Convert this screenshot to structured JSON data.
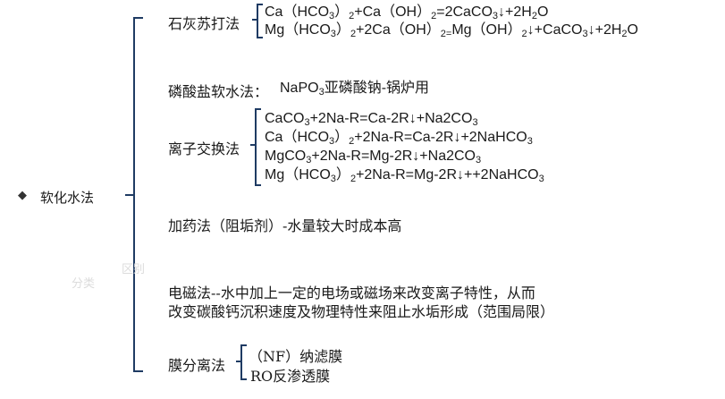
{
  "root": {
    "bullet": "◆",
    "label": "软化水法"
  },
  "watermark": {
    "a": "分类",
    "b": "区别"
  },
  "methods": [
    {
      "id": "lime_soda",
      "name": "石灰苏打法",
      "equations": [
        [
          "Ca（HCO",
          "3",
          "）",
          "2",
          "+Ca（OH）",
          "2",
          "=2CaCO",
          "3",
          "↓+2H",
          "2",
          "O"
        ],
        [
          "Mg（HCO",
          "3",
          "）",
          "2",
          "+2Ca（OH）",
          "2=",
          "Mg（OH）",
          "2",
          "↓+CaCO",
          "3",
          "↓+2H",
          "2",
          "O"
        ]
      ]
    },
    {
      "id": "phosphate",
      "name": "磷酸盐软水法：",
      "text_parts": [
        "NaPO",
        "3",
        "亚磷酸钠-锅炉用"
      ]
    },
    {
      "id": "ion_exchange",
      "name": "离子交换法",
      "equations": [
        [
          "CaCO",
          "3",
          "+2Na-R=Ca-2R↓+Na2CO",
          "3"
        ],
        [
          "Ca（HCO",
          "3",
          "）",
          "2",
          "+2Na-R=Ca-2R↓+2NaHCO",
          "3"
        ],
        [
          "MgCO",
          "3",
          "+2Na-R=Mg-2R↓+Na2CO",
          "3"
        ],
        [
          "Mg（HCO",
          "3",
          "）",
          "2",
          "+2Na-R=Mg-2R↓++2NaHCO",
          "3"
        ]
      ]
    },
    {
      "id": "dosing",
      "name": "加药法（阻垢剂）-水量较大时成本高"
    },
    {
      "id": "electromagnetic",
      "name": "电磁法--水中加上一定的电场或磁场来改变离子特性，从而",
      "line2": "改变碳酸钙沉积速度及物理特性来阻止水垢形成（范围局限）"
    },
    {
      "id": "membrane",
      "name": "膜分离法",
      "items": [
        "（NF）纳滤膜",
        "RO反渗透膜"
      ]
    }
  ],
  "colors": {
    "line": "#1f3b63",
    "text": "#1a1a1a",
    "bullet": "#333333"
  }
}
